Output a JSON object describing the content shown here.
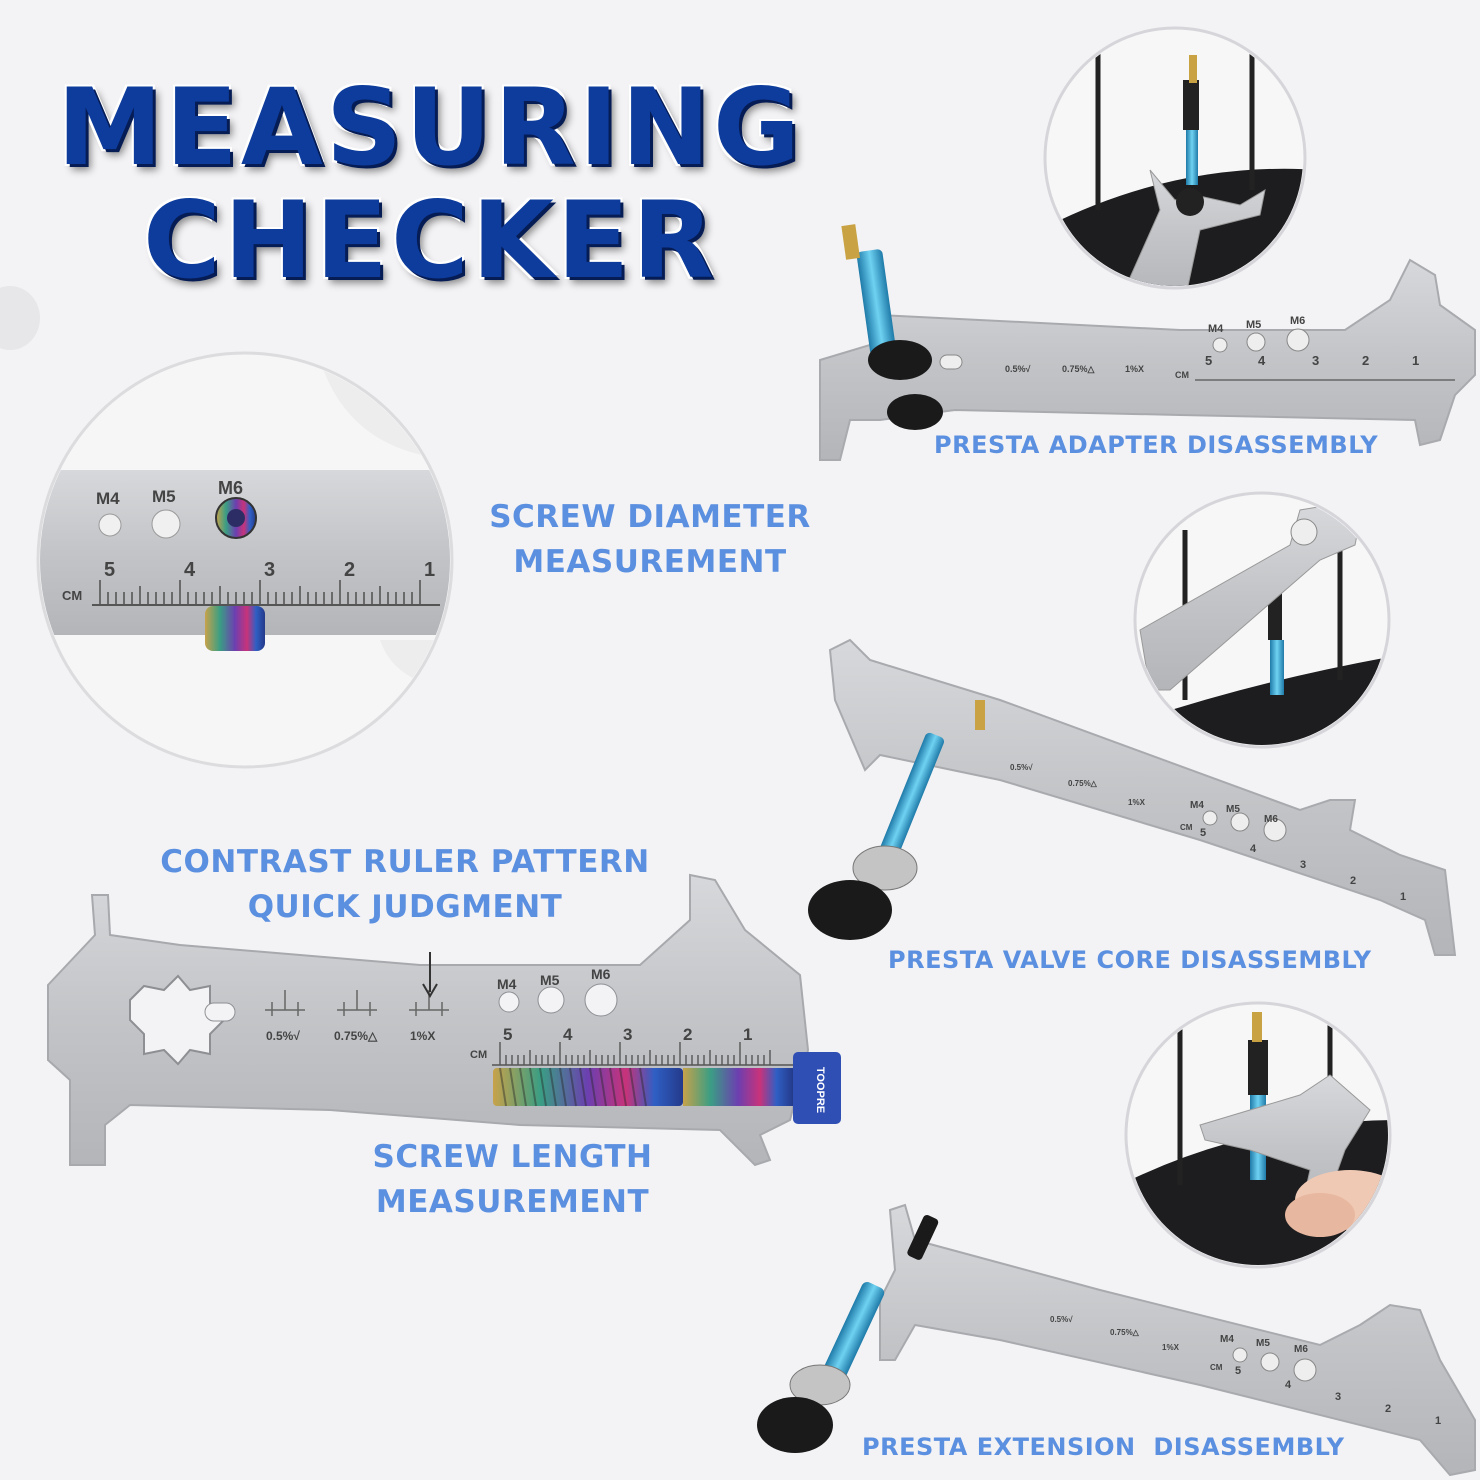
{
  "title": {
    "line1": "MEASURING",
    "line2": "CHECKER"
  },
  "captions": {
    "screw_diameter": [
      "SCREW DIAMETER",
      "MEASUREMENT"
    ],
    "contrast_ruler": [
      "CONTRAST RULER PATTERN",
      "QUICK JUDGMENT"
    ],
    "screw_length": [
      "SCREW LENGTH",
      "MEASUREMENT"
    ],
    "presta_adapter": "PRESTA ADAPTER DISASSEMBLY",
    "presta_valve_core": "PRESTA VALVE CORE DISASSEMBLY",
    "presta_extension": "PRESTA EXTENSION  DISASSEMBLY"
  },
  "tool": {
    "hole_labels": [
      "M4",
      "M5",
      "M6"
    ],
    "wear_labels": [
      "0.5%√",
      "0.75%△",
      "1%X"
    ],
    "ruler_unit": "CM",
    "ruler_numbers": [
      "5",
      "4",
      "3",
      "2",
      "1"
    ],
    "screw_brand": "TOOPRE"
  },
  "colors": {
    "title": "#0d3c9c",
    "caption": "#5b8fe0",
    "steel": "#c9cbce",
    "valve": "#3aa9d4"
  }
}
